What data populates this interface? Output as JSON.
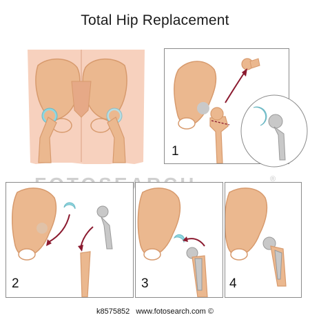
{
  "title": "Total Hip Replacement",
  "steps": [
    "1",
    "2",
    "3",
    "4"
  ],
  "watermark": {
    "text": "FOTOSEARCH",
    "mark": "®"
  },
  "footer": {
    "image_id": "k8575852",
    "site": "www.fotosearch.com ©"
  },
  "colors": {
    "bone": "#ebb88f",
    "bone_dark": "#d79a6d",
    "skin": "#f7d1be",
    "cartilage": "#8fd7e0",
    "metal": "#b9b9b9",
    "arrow": "#8b1a2f"
  }
}
